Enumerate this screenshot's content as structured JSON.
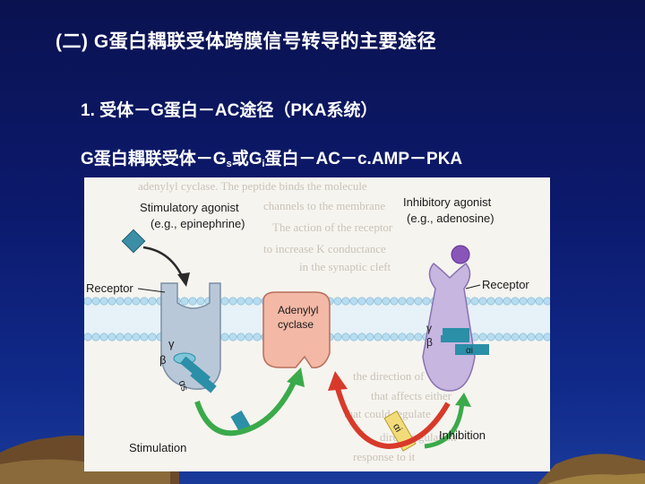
{
  "slide": {
    "title": "(二) G蛋白耦联受体跨膜信号转导的主要途径",
    "line1": "1.  受体－G蛋白－AC途径（PKA系统）",
    "line2_part1": "G蛋白耦联受体－G",
    "line2_sub_s": "s",
    "line2_part2": "或G",
    "line2_sub_i": "i",
    "line2_part3": "蛋白－AC－c.AMP－PKA"
  },
  "figure": {
    "stimulatory_agonist_line1": "Stimulatory agonist",
    "stimulatory_agonist_line2": "(e.g., epinephrine)",
    "inhibitory_agonist_line1": "Inhibitory agonist",
    "inhibitory_agonist_line2": "(e.g., adenosine)",
    "receptor_left": "Receptor",
    "receptor_right": "Receptor",
    "adenylyl_line1": "Adenylyl",
    "adenylyl_line2": "cyclase",
    "gamma": "γ",
    "beta": "β",
    "alpha_s": "αs",
    "alpha_i": "αi",
    "stimulation": "Stimulation",
    "inhibition": "Inhibition",
    "colors": {
      "membrane_head": "#b7dcef",
      "receptor_left": "#b9c8d8",
      "receptor_right": "#c6b6e0",
      "cyclase": "#f3b8a6",
      "gs_block": "#2b8fa8",
      "gi_block": "#f2dc7a",
      "stim_agonist": "#3b8ea5",
      "inhib_agonist": "#8a55b8",
      "stim_arrow": "#3aaa4a",
      "inhib_arrow": "#d83a2a"
    }
  }
}
